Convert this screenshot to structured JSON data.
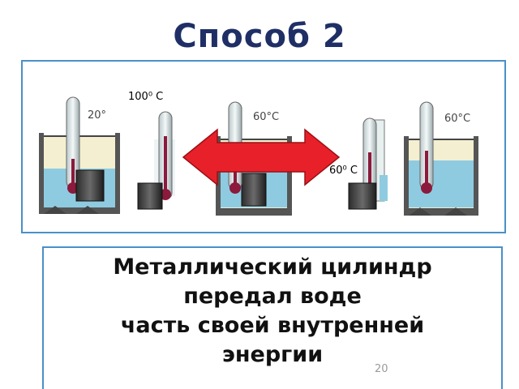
{
  "slide": {
    "title": "Способ 2",
    "slide_number": "20"
  },
  "scene": {
    "beaker1_label": "20°",
    "beaker2_label": "60°C",
    "beaker3_label": "60°C",
    "hot_cylinder_label": "100⁰ С",
    "cooled_cylinder_label": "60⁰ С",
    "arrow_color": "#e8202a",
    "water_color": "#8fcbe0"
  },
  "caption": {
    "lines": [
      "Металлический цилиндр",
      "передал воде",
      "часть своей внутренней",
      "энергии"
    ]
  }
}
